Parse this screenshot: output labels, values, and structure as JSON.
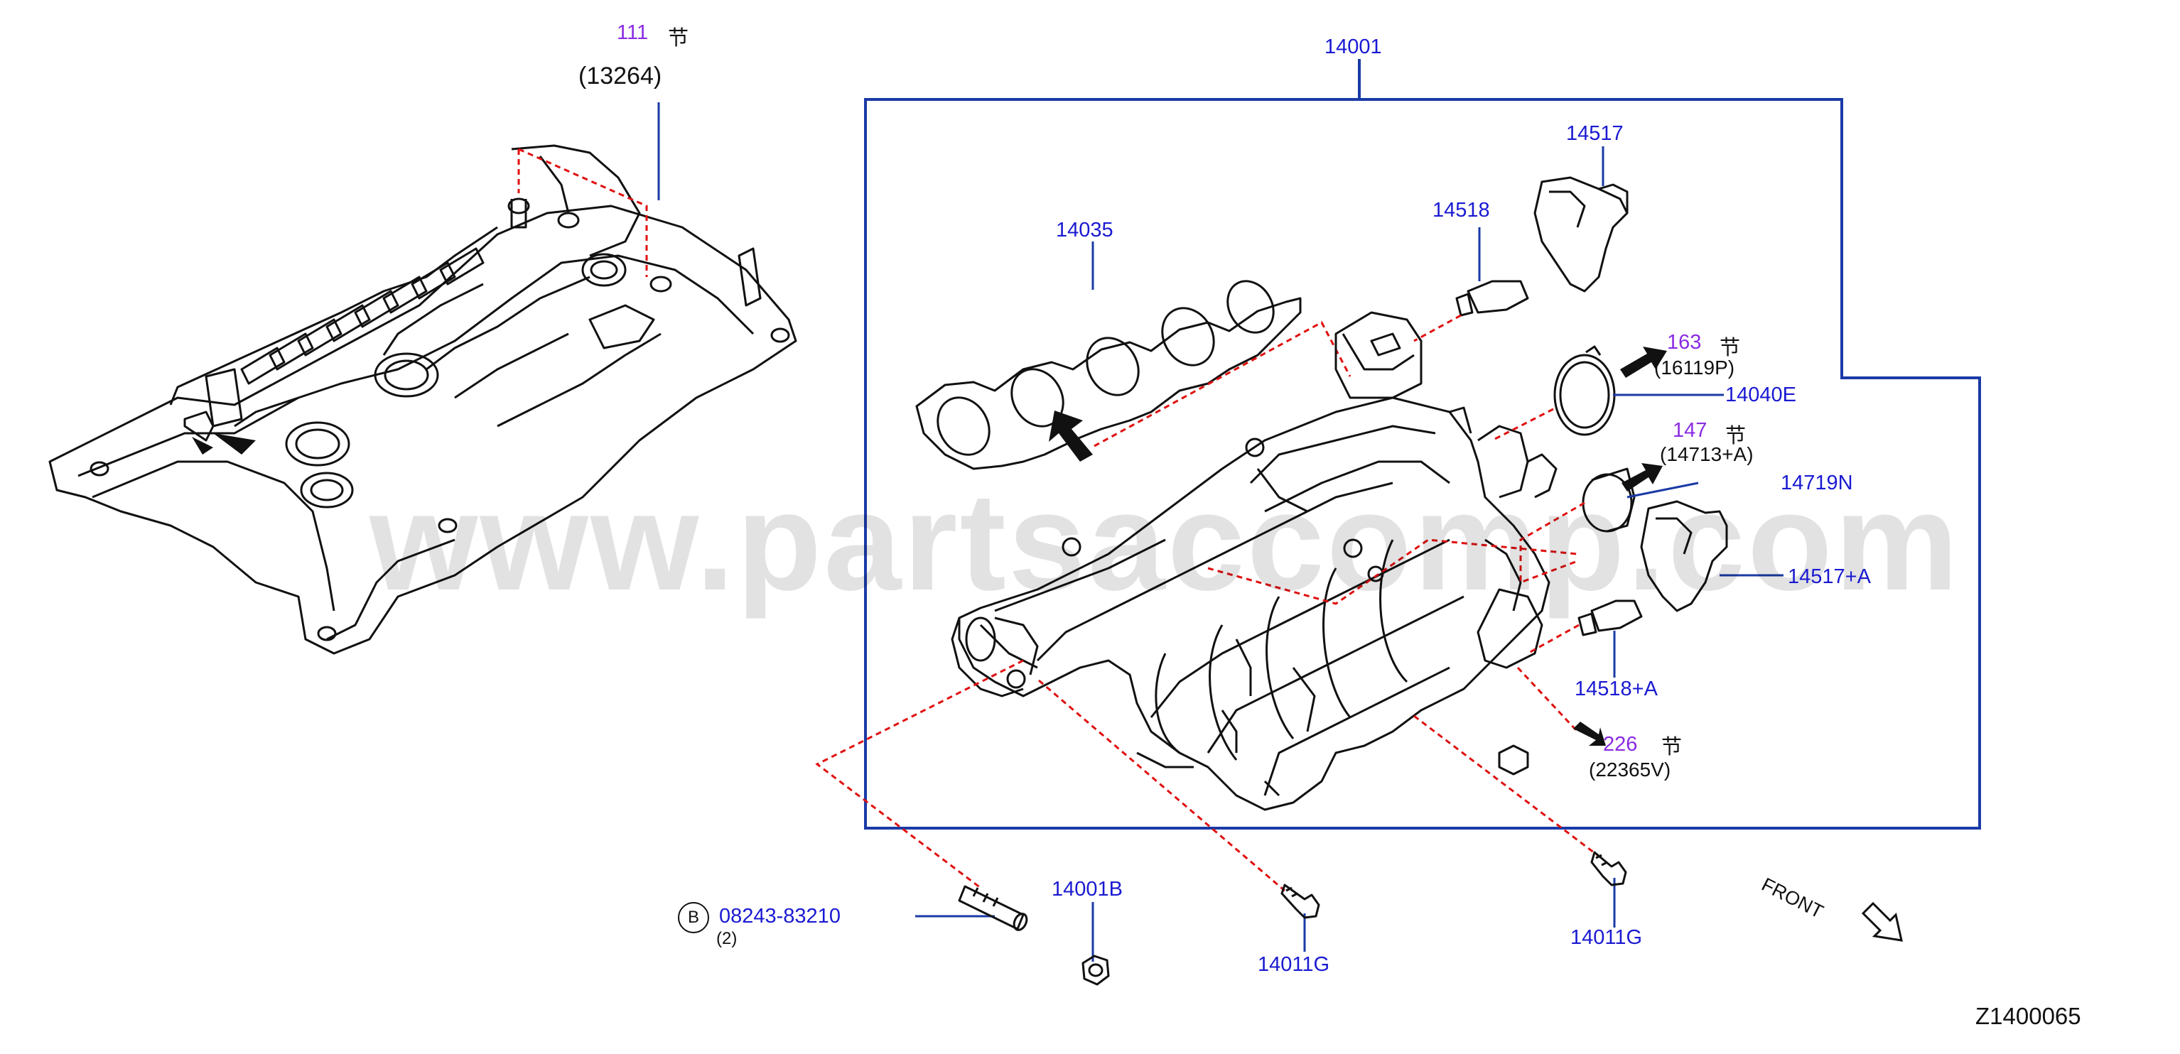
{
  "labels": {
    "sec111_num": "111",
    "sec111_char": "节",
    "sec111_code": "(13264)",
    "p14001": "14001",
    "p14035": "14035",
    "p14517": "14517",
    "p14518": "14518",
    "sec163_num": "163",
    "sec163_char": "节",
    "sec163_code": "(16119P)",
    "p14040E": "14040E",
    "sec147_num": "147",
    "sec147_char": "节",
    "sec147_code": "(14713+A)",
    "p14719N": "14719N",
    "p14517A": "14517+A",
    "p14518A": "14518+A",
    "sec226_num": "226",
    "sec226_char": "节",
    "sec226_code": "(22365V)",
    "p14001B": "14001B",
    "p14011G_left": "14011G",
    "p14011G_right": "14011G",
    "bolt_circle": "B",
    "bolt_part": "08243-83210",
    "bolt_qty": "(2)",
    "front": "FRONT",
    "diagram_code": "Z1400065"
  },
  "watermark": "www.partsaccomp.com",
  "colors": {
    "part_label": "#1a1ad2",
    "section_ref": "#8a2be2",
    "leader_line": "#1a3aa6",
    "dashed_line": "#e01010",
    "drawing": "#111111"
  }
}
